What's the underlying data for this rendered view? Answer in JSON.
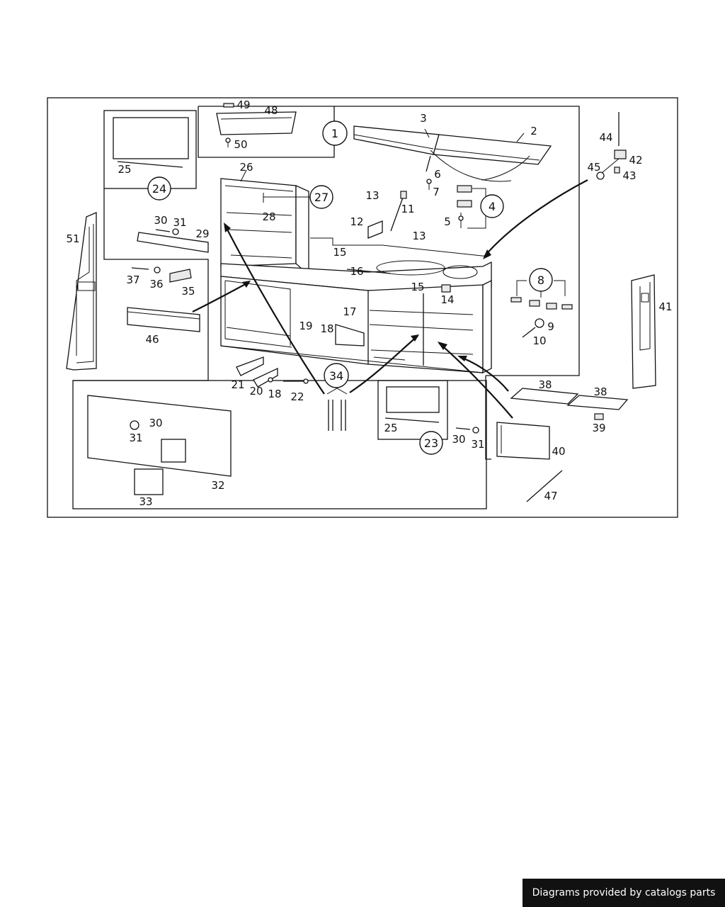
{
  "footer": {
    "credit": "Diagrams provided by catalogs parts"
  },
  "labels": {
    "p1": "1",
    "p2": "2",
    "p3": "3",
    "p4": "4",
    "p5": "5",
    "p6": "6",
    "p7": "7",
    "p8": "8",
    "p9": "9",
    "p10": "10",
    "p11": "11",
    "p12": "12",
    "p13a": "13",
    "p13b": "13",
    "p14": "14",
    "p15a": "15",
    "p15b": "15",
    "p16": "16",
    "p17": "17",
    "p18a": "18",
    "p18b": "18",
    "p19": "19",
    "p20": "20",
    "p21": "21",
    "p22": "22",
    "p23": "23",
    "p24": "24",
    "p25a": "25",
    "p25b": "25",
    "p26": "26",
    "p27": "27",
    "p28": "28",
    "p29": "29",
    "p30a": "30",
    "p30b": "30",
    "p30c": "30",
    "p31a": "31",
    "p31b": "31",
    "p31c": "31",
    "p32": "32",
    "p33": "33",
    "p34": "34",
    "p35": "35",
    "p36": "36",
    "p37": "37",
    "p38a": "38",
    "p38b": "38",
    "p39": "39",
    "p40": "40",
    "p41": "41",
    "p42": "42",
    "p43": "43",
    "p44": "44",
    "p45": "45",
    "p46": "46",
    "p47": "47",
    "p48": "48",
    "p49": "49",
    "p50": "50",
    "p51": "51"
  }
}
